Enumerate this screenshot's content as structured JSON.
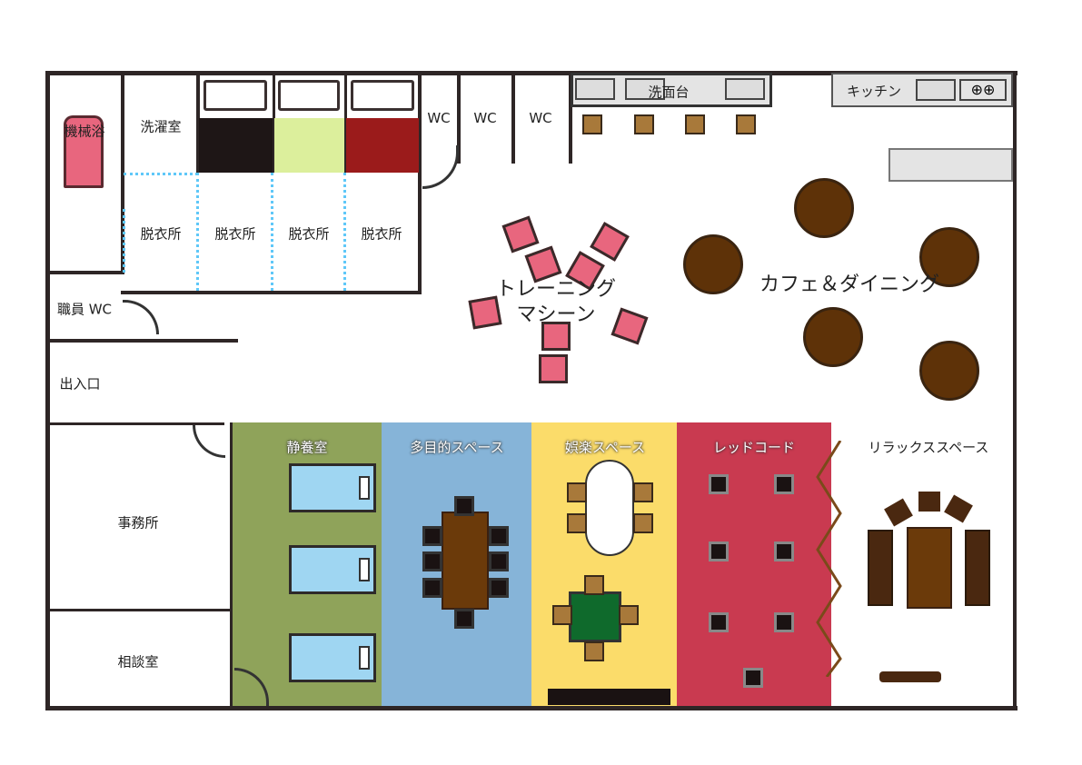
{
  "rooms": {
    "machine_bath": "機械浴",
    "laundry": "洗濯室",
    "dressing": [
      "脱衣所",
      "脱衣所",
      "脱衣所",
      "脱衣所"
    ],
    "wc": [
      "WC",
      "WC",
      "WC"
    ],
    "washbasin": "洗面台",
    "kitchen": "キッチン",
    "staff_wc": "職員 WC",
    "entrance": "出入口",
    "office": "事務所",
    "consultation": "相談室",
    "training_line1": "トレーニング",
    "training_line2": "マシーン",
    "cafe": "カフェ＆ダイニング"
  },
  "zones": [
    {
      "label": "静養室",
      "color": "#8fa35a"
    },
    {
      "label": "多目的スペース",
      "color": "#86b4d8"
    },
    {
      "label": "娯楽スペース",
      "color": "#fbdc6a"
    },
    {
      "label": "レッドコード",
      "color": "#c93a50"
    },
    {
      "label": "リラックススペース",
      "color": "#ffffff"
    }
  ],
  "bath_colors": [
    "#1e1616",
    "#dcef9c",
    "#9b1b1b"
  ]
}
